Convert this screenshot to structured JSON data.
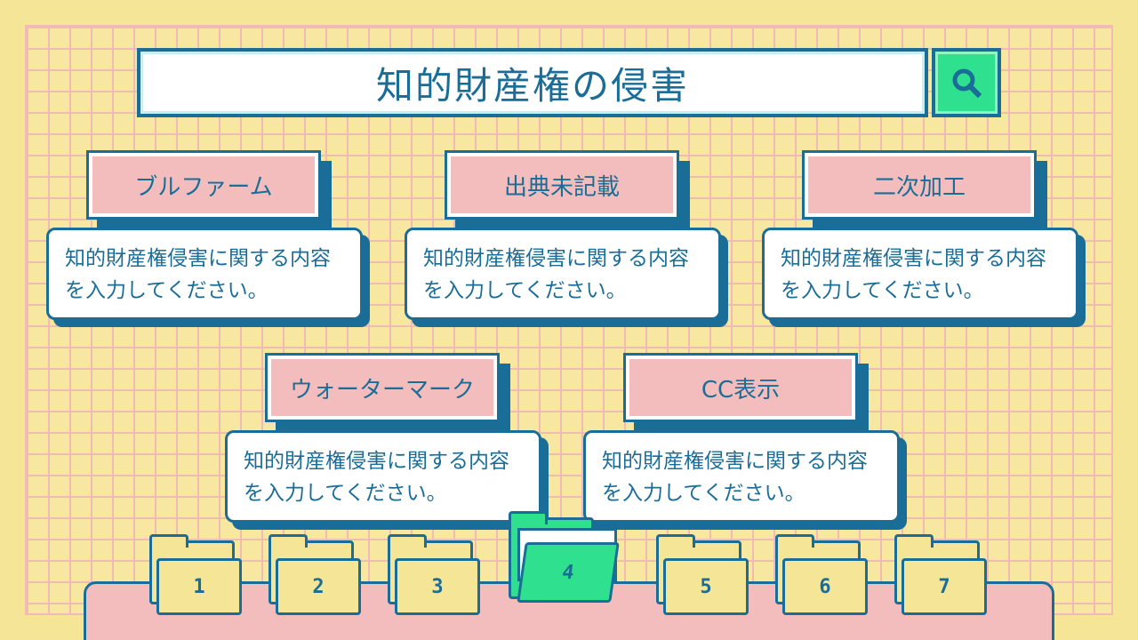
{
  "search": {
    "query": "知的財産権の侵害"
  },
  "topics": [
    {
      "title": "ブルファーム",
      "text": "知的財産権侵害に関する内容を入力してください。"
    },
    {
      "title": "出典未記載",
      "text": "知的財産権侵害に関する内容を入力してください。"
    },
    {
      "title": "二次加工",
      "text": "知的財産権侵害に関する内容を入力してください。"
    },
    {
      "title": "ウォーターマーク",
      "text": "知的財産権侵害に関する内容を入力してください。"
    },
    {
      "title": "CC表示",
      "text": "知的財産権侵害に関する内容を入力してください。"
    }
  ],
  "tabs": {
    "labels": [
      "1",
      "2",
      "3",
      "4",
      "5",
      "6",
      "7"
    ],
    "active": "4"
  },
  "colors": {
    "navy": "#1a6d96",
    "pink": "#f4bdbd",
    "green": "#2fe08f",
    "yellow": "#f5e596"
  },
  "icons": {
    "search": "search-icon",
    "tab": "folder-icon"
  }
}
